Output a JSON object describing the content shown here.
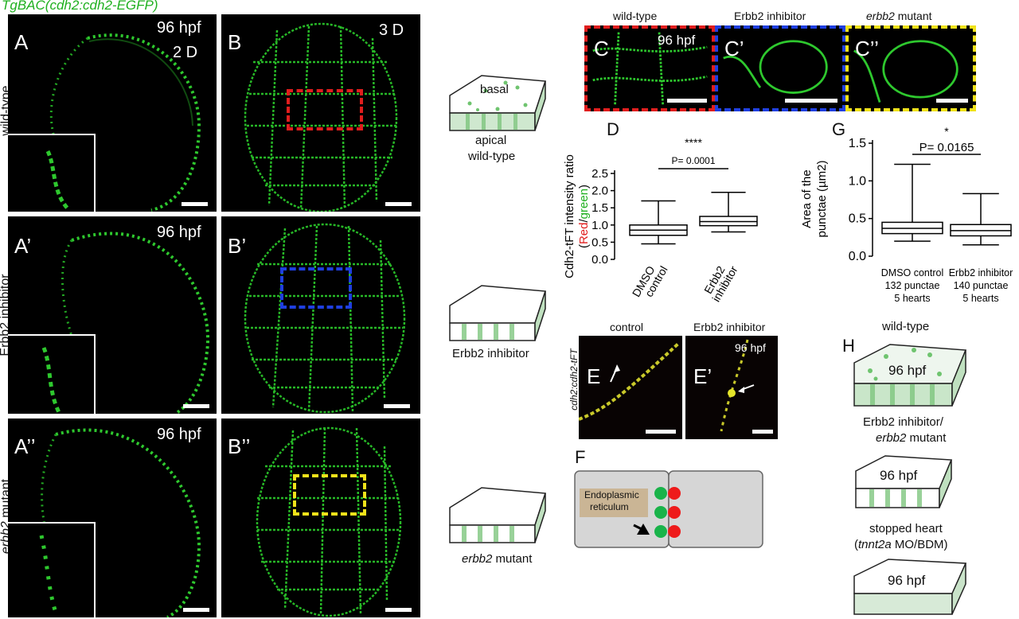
{
  "figure": {
    "transgene_title": "TgBAC(cdh2:cdh2-EGFP)",
    "row_labels": [
      "wild-type",
      "Erbb2 inhibitor",
      "mutant"
    ],
    "row_label_italic_prefix": "erbb2",
    "panels": {
      "A": {
        "label": "A",
        "time": "96 hpf",
        "dim": "2 D"
      },
      "A1": {
        "label": "A’",
        "time": "96 hpf"
      },
      "A2": {
        "label": "A’’",
        "time": "96 hpf"
      },
      "B": {
        "label": "B",
        "dim": "3 D"
      },
      "B1": {
        "label": "B’"
      },
      "B2": {
        "label": "B’’"
      }
    },
    "cartoons": {
      "wt": {
        "top": "basal",
        "caption1": "apical",
        "caption2": "wild-type"
      },
      "inhib": {
        "caption": "Erbb2 inhibitor"
      },
      "mut": {
        "caption_italic": "erbb2",
        "caption": " mutant"
      }
    },
    "C": {
      "headers": {
        "wt": "wild-type",
        "inhib": "Erbb2 inhibitor",
        "mut_italic": "erbb2",
        "mut": " mutant"
      },
      "labels": [
        "C",
        "C’",
        "C’’"
      ],
      "time": "96 hpf"
    },
    "D": {
      "label": "D",
      "ylabel_pre": "Cdh2-tFT intensity ratio",
      "ylabel_red": "Red",
      "ylabel_slash": "/",
      "ylabel_green": "green",
      "sig": "****",
      "pvalue": "P= 0.0001",
      "yticks": [
        "0.0",
        "0.5",
        "1.0",
        "1.5",
        "2.0",
        "2.5"
      ],
      "xlabels": [
        [
          "DMSO",
          "control"
        ],
        [
          "Erbb2",
          "inhibitor"
        ]
      ]
    },
    "G": {
      "label": "G",
      "ylabel1": "Area of the",
      "ylabel2": "punctae (µm2)",
      "sig": "*",
      "pvalue": "P= 0.0165",
      "yticks": [
        "0.0",
        "0.5",
        "1.0",
        "1.5"
      ],
      "xlabels": [
        [
          "DMSO control",
          "132 punctae",
          "5 hearts"
        ],
        [
          "Erbb2 inhibitor",
          "140 punctae",
          "5 hearts"
        ]
      ]
    },
    "E": {
      "label": "E",
      "label2": "E’",
      "header_control": "control",
      "header_inhib": "Erbb2 inhibitor",
      "side_label": "cdh2:cdh2-tFT",
      "time": "96 hpf"
    },
    "F": {
      "label": "F",
      "er1": "Endoplasmic",
      "er2": "reticulum"
    },
    "H": {
      "label": "H",
      "wt": "wild-type",
      "inhib1": "Erbb2 inhibitor/",
      "inhib2_italic": "erbb2",
      "inhib2": " mutant",
      "stopped1": "stopped heart",
      "stopped2_pre": "(",
      "stopped2_italic": "tnnt2a",
      "stopped2": " MO/BDM)",
      "time": "96 hpf"
    }
  },
  "chart_data": [
    {
      "type": "box",
      "panel": "D",
      "categories": [
        "DMSO control",
        "Erbb2 inhibitor"
      ],
      "boxes": [
        {
          "min": 0.45,
          "q1": 0.7,
          "median": 0.85,
          "q3": 1.0,
          "max": 1.7
        },
        {
          "min": 0.8,
          "q1": 0.98,
          "median": 1.1,
          "q3": 1.25,
          "max": 1.95
        }
      ],
      "ylabel": "Cdh2-tFT intensity ratio (Red/green)",
      "ylim": [
        0,
        2.5
      ],
      "annotation": "**** P= 0.0001"
    },
    {
      "type": "box",
      "panel": "G",
      "categories": [
        "DMSO control 132 punctae 5 hearts",
        "Erbb2 inhibitor 140 punctae 5 hearts"
      ],
      "boxes": [
        {
          "min": 0.2,
          "q1": 0.3,
          "median": 0.37,
          "q3": 0.45,
          "max": 1.22
        },
        {
          "min": 0.15,
          "q1": 0.27,
          "median": 0.34,
          "q3": 0.42,
          "max": 0.83
        }
      ],
      "ylabel": "Area of the punctae (µm2)",
      "ylim": [
        0,
        1.5
      ],
      "annotation": "* P= 0.0165"
    }
  ]
}
